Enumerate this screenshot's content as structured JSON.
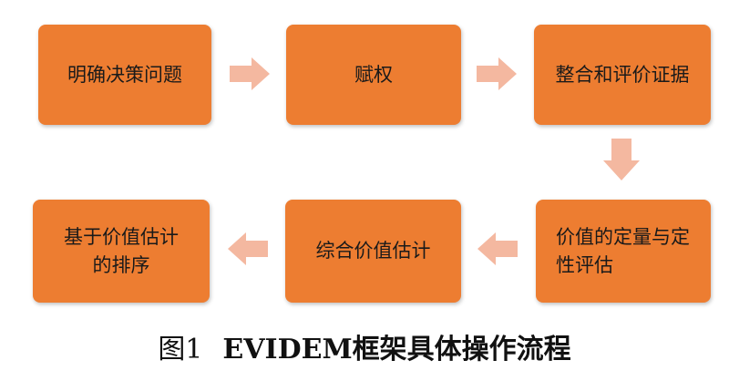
{
  "diagram": {
    "boxes": [
      {
        "id": "b1",
        "label": "明确决策问题"
      },
      {
        "id": "b2",
        "label": "赋权"
      },
      {
        "id": "b3",
        "label": "整合和评价证据"
      },
      {
        "id": "b4",
        "label": "价值的定量与定\n性评估"
      },
      {
        "id": "b5",
        "label": "综合价值估计"
      },
      {
        "id": "b6",
        "label": "基于价值估计\n的排序"
      }
    ],
    "colors": {
      "box_fill": "#ed7d31",
      "arrow_fill": "#f4b8a0"
    }
  },
  "caption": {
    "figure_number": "图1",
    "title": "EVIDEM框架具体操作流程"
  }
}
